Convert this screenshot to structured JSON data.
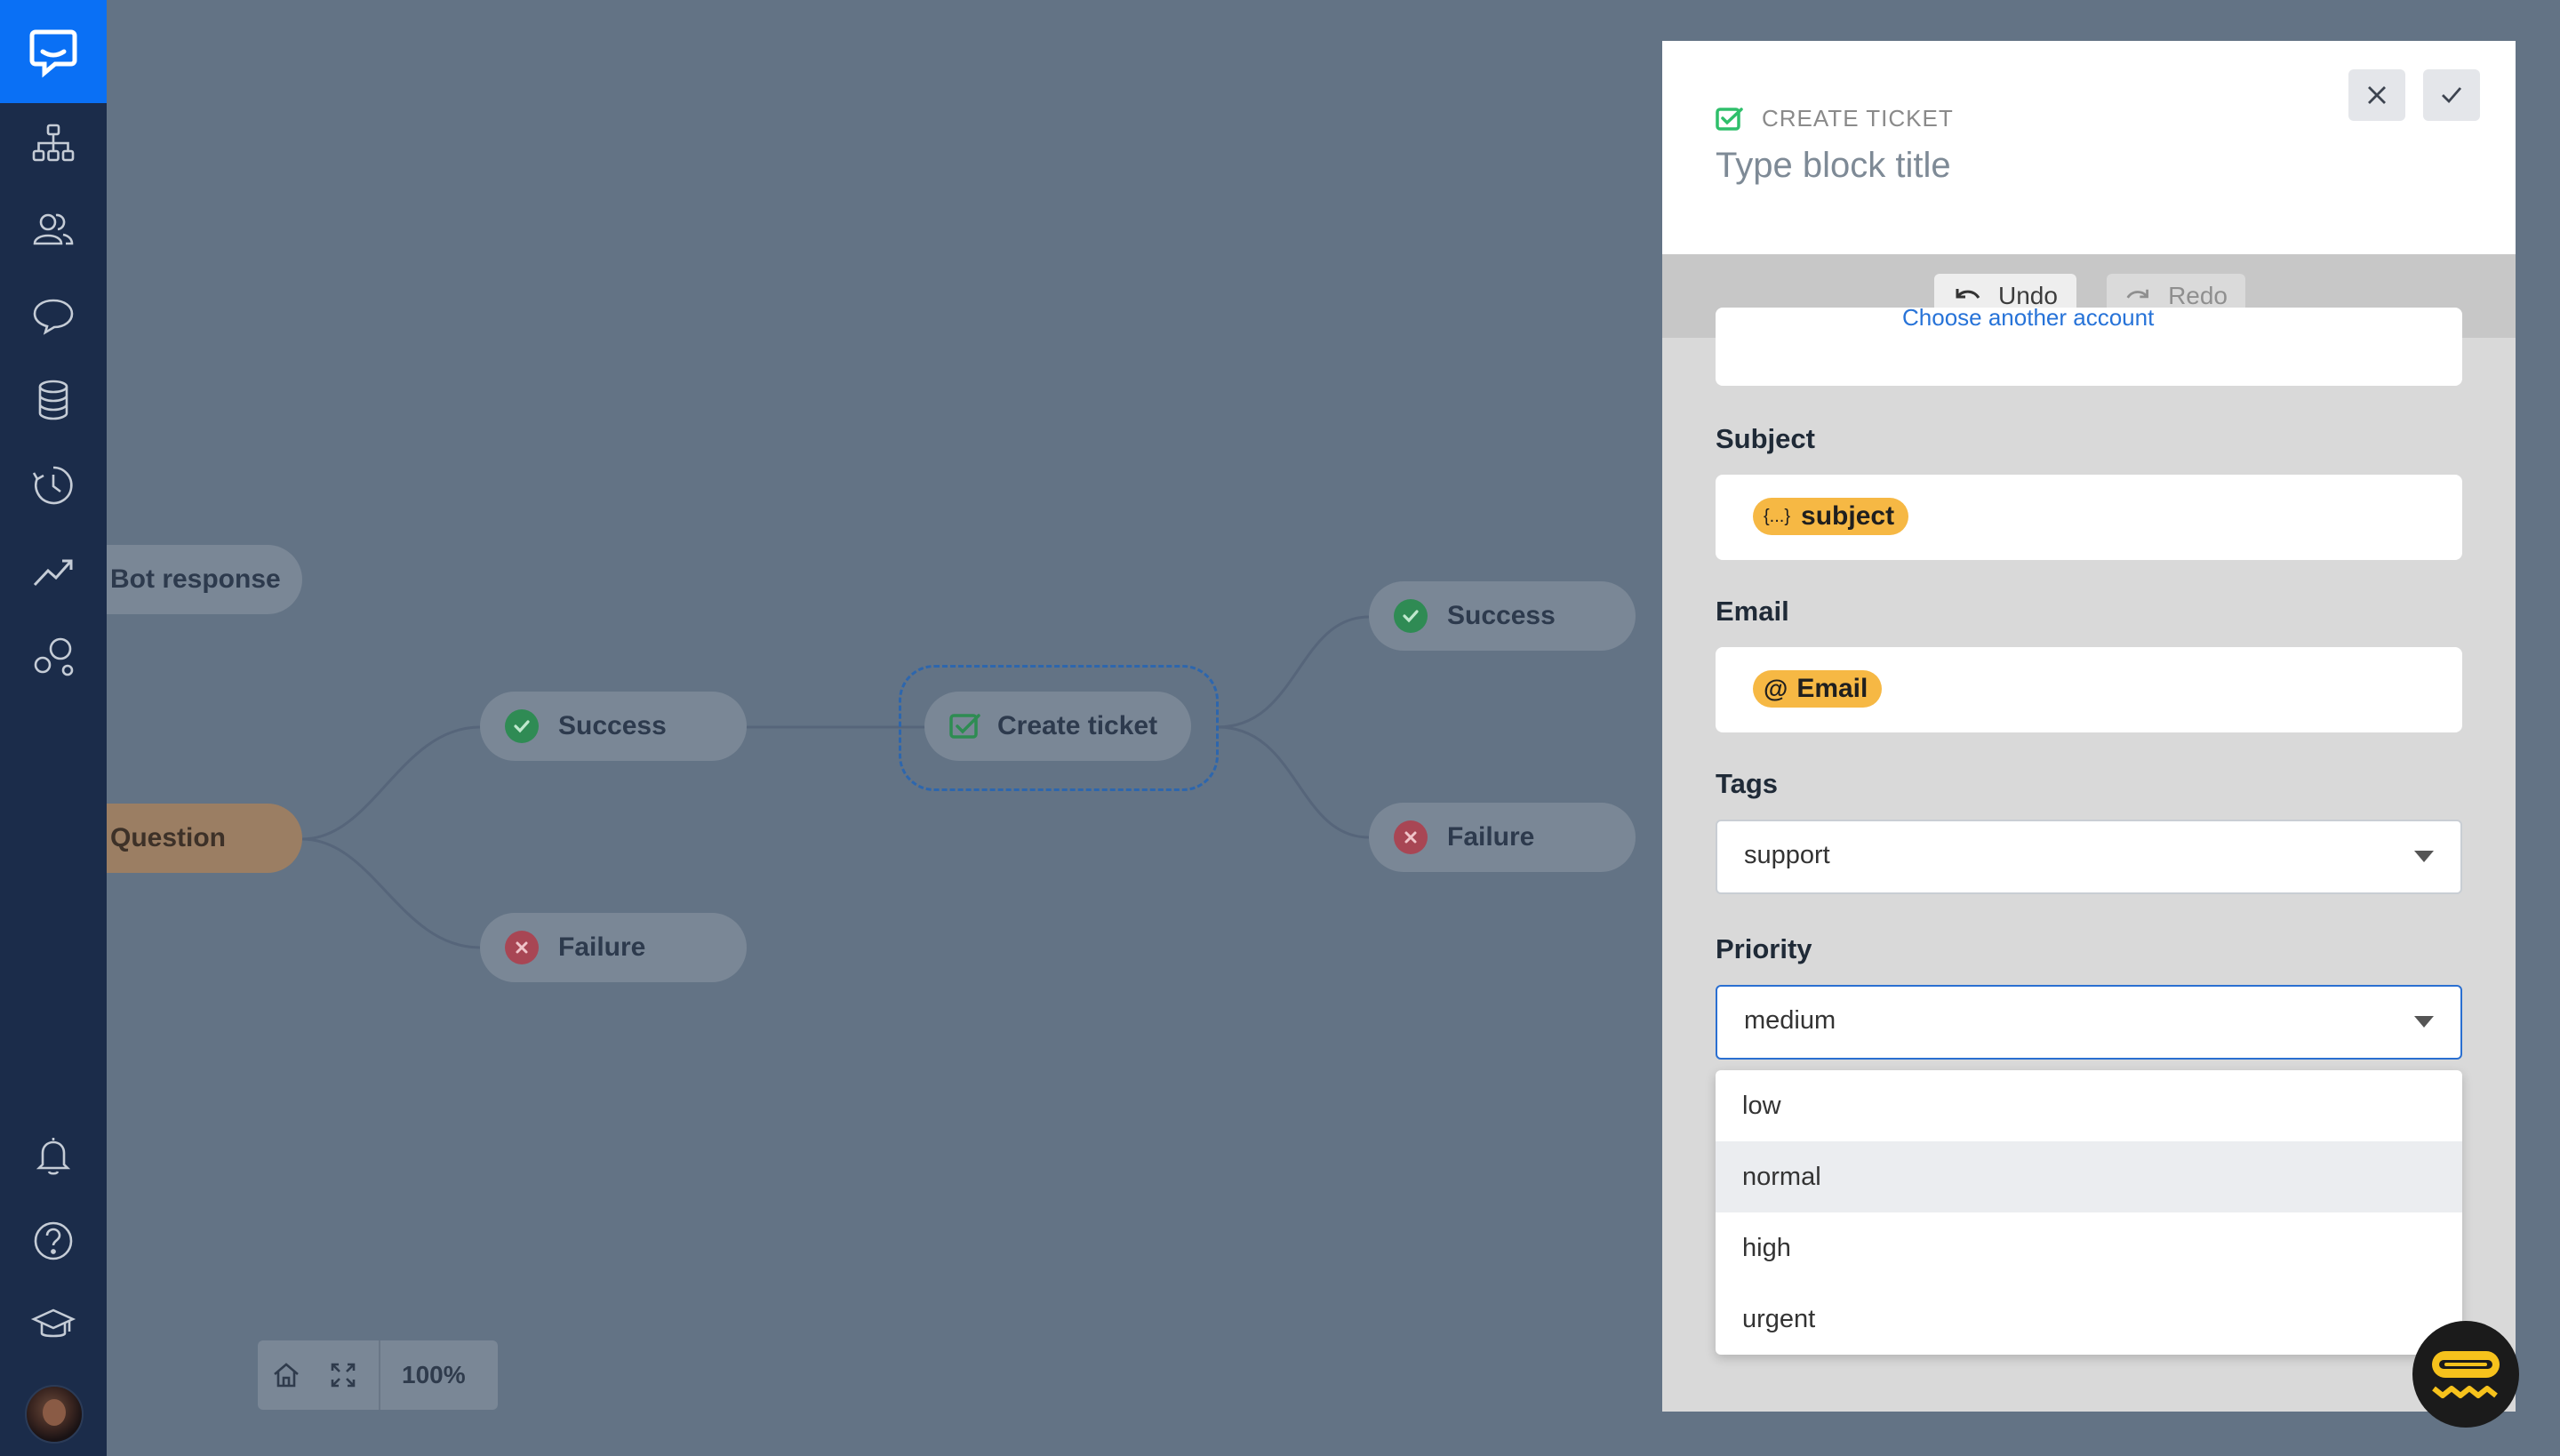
{
  "canvas": {
    "nodes": {
      "bot_response": "Bot response",
      "question": "Question",
      "success_1": "Success",
      "failure_1": "Failure",
      "create_ticket": "Create ticket",
      "success_2": "Success",
      "failure_2": "Failure"
    },
    "zoom_level": "100%"
  },
  "panel": {
    "block_type": "CREATE TICKET",
    "block_title_placeholder": "Type block title",
    "undo_label": "Undo",
    "redo_label": "Redo",
    "account_link": "Choose another account",
    "subject": {
      "label": "Subject",
      "token_icon": "{...}",
      "token": "subject"
    },
    "email": {
      "label": "Email",
      "token_icon": "@",
      "token": "Email"
    },
    "tags": {
      "label": "Tags",
      "value": "support"
    },
    "priority": {
      "label": "Priority",
      "value": "medium",
      "options": [
        "low",
        "normal",
        "high",
        "urgent"
      ],
      "hovered": "normal"
    }
  },
  "colors": {
    "sidebar": "#1b2c4a",
    "logo_bg": "#0a70f5",
    "canvas_overlay": "#637385",
    "token": "#f6b844",
    "success": "#2f8b54",
    "failure": "#a84654",
    "focus_border": "#2a6fd1"
  }
}
